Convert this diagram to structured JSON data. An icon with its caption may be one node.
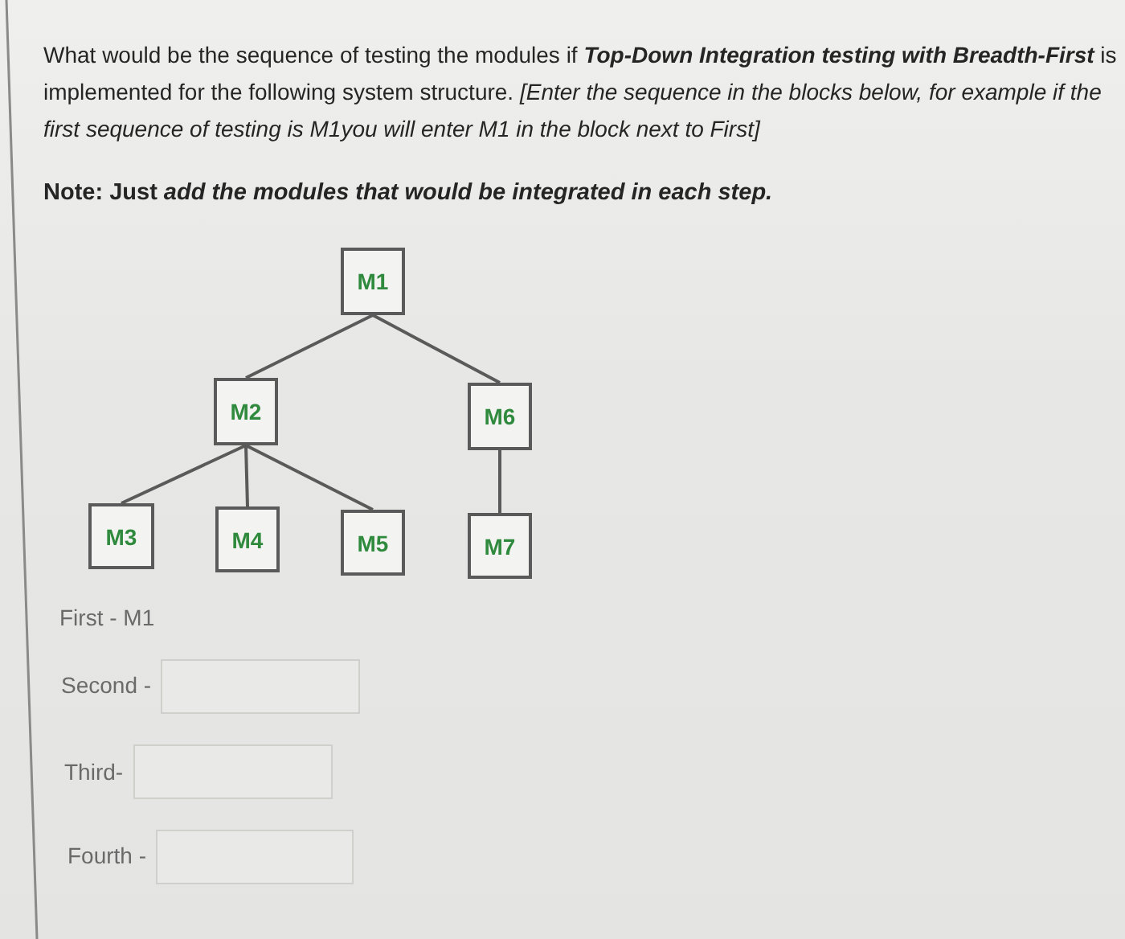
{
  "diagram": {
    "nodes": [
      {
        "text": [
          "M1"
        ]
      },
      {
        "text": [
          "M2"
        ]
      },
      {
        "text": [
          "M6"
        ]
      },
      {
        "text": [
          "M3"
        ]
      },
      {
        "text": [
          "M4"
        ]
      },
      {
        "text": [
          "M5"
        ]
      },
      {
        "text": [
          "M7"
        ]
      }
    ],
    "edges": [
      {
        "from": 0,
        "to": 1,
        "arrow": "none"
      },
      {
        "from": 0,
        "to": 2,
        "arrow": "none"
      },
      {
        "from": 1,
        "to": 3,
        "arrow": "none"
      },
      {
        "from": 1,
        "to": 4,
        "arrow": "none"
      },
      {
        "from": 1,
        "to": 5,
        "arrow": "none"
      },
      {
        "from": 2,
        "to": 6,
        "arrow": "none"
      }
    ],
    "labels": [
      "What would be the sequence of testing the modules if **Top-Down Integration testing with Breadth-First** is implemented for the following system structure. *[Enter the sequence in the blocks below, for example if the first sequence of testing is M1you will enter M1 in the block next to First]*",
      "Note: Just *add the modules that would be integrated in each step.*",
      "First - M1",
      "Second -",
      "Third-",
      "Fourth -"
    ]
  }
}
